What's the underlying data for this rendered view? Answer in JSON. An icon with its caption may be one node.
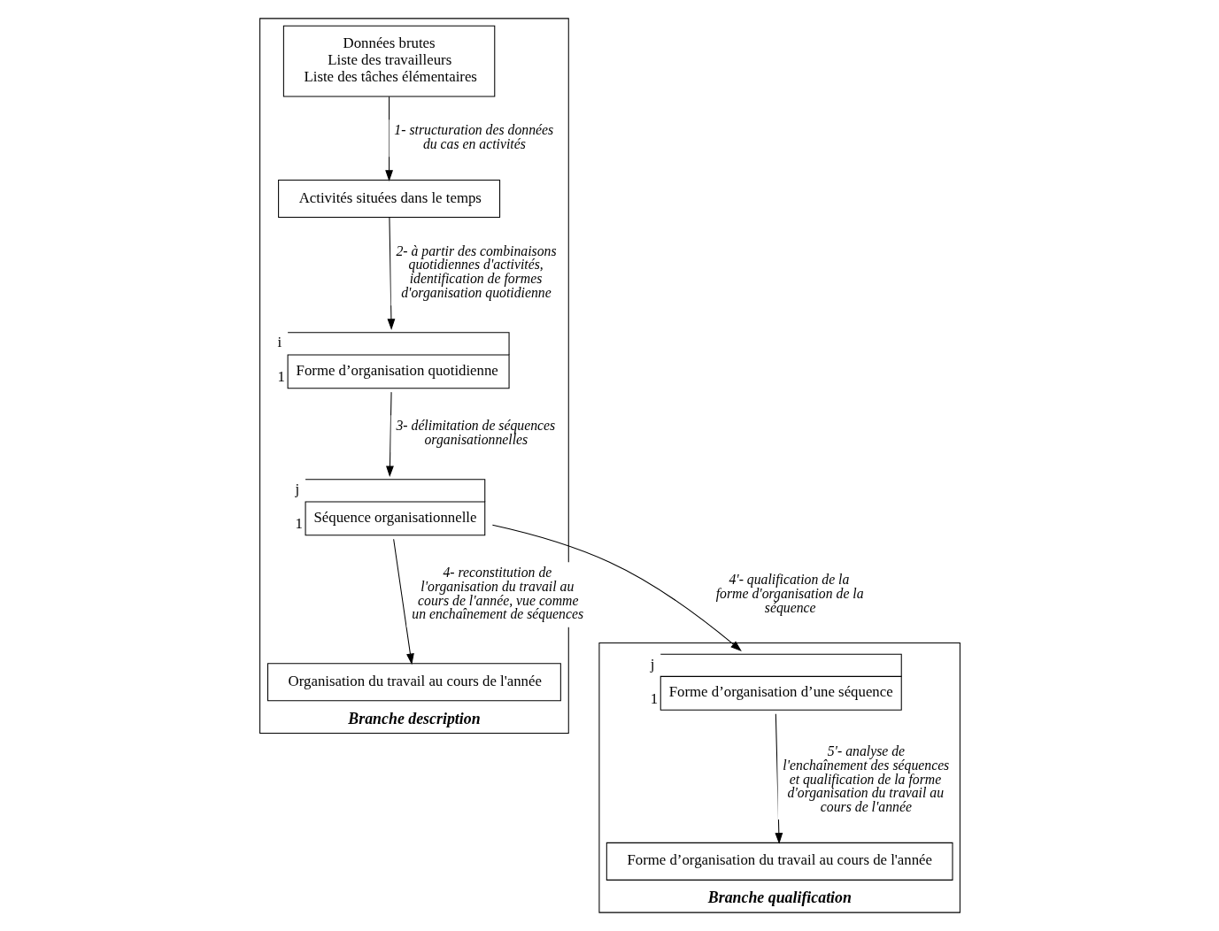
{
  "diagram": {
    "nodes": [
      {
        "text": [
          "Branche description"
        ]
      },
      {
        "text": [
          "Données brutes",
          "Liste des travailleurs",
          "Liste des tâches élémentaires"
        ],
        "in": 0
      },
      {
        "text": [
          "Activités situées dans le temps"
        ],
        "in": 0
      },
      {
        "text": [
          "Forme d’organisation quotidienne"
        ],
        "in": 0,
        "beside": [
          "i",
          "1"
        ]
      },
      {
        "text": [
          "Séquence organisationnelle"
        ],
        "in": 0,
        "beside": [
          "j",
          "1"
        ]
      },
      {
        "text": [
          "Organisation du travail au cours de l'année"
        ],
        "in": 0
      },
      {
        "text": [
          "Branche qualification"
        ]
      },
      {
        "text": [
          "Forme d’organisation d’une séquence"
        ],
        "in": 6,
        "beside": [
          "j",
          "1"
        ]
      },
      {
        "text": [
          "Forme d’organisation du travail au cours de l'année"
        ],
        "in": 6
      }
    ],
    "edges": [
      {
        "from": 1,
        "to": 2,
        "arrow": "to",
        "label": "1- structuration des données du cas en activités"
      },
      {
        "from": 2,
        "to": 3,
        "arrow": "to",
        "label": "2- à partir des combinaisons quotidiennes d'activités, identification de formes d'organisation quotidienne"
      },
      {
        "from": 3,
        "to": 4,
        "arrow": "to",
        "label": "3- délimitation de séquences organisationnelles"
      },
      {
        "from": 4,
        "to": 7,
        "arrow": "to",
        "label": "4'- qualification de la forme d'organisation de la séquence"
      },
      {
        "from": 4,
        "to": 5,
        "arrow": "to",
        "label": "4- reconstitution de l'organisation du travail au cours de l'année, vue comme un enchaînement de séquences"
      },
      {
        "from": 7,
        "to": 8,
        "arrow": "to",
        "label": "5'- analyse de l'enchaînement des séquences et qualification de la forme d'organisation du travail au cours de l'année"
      }
    ]
  }
}
